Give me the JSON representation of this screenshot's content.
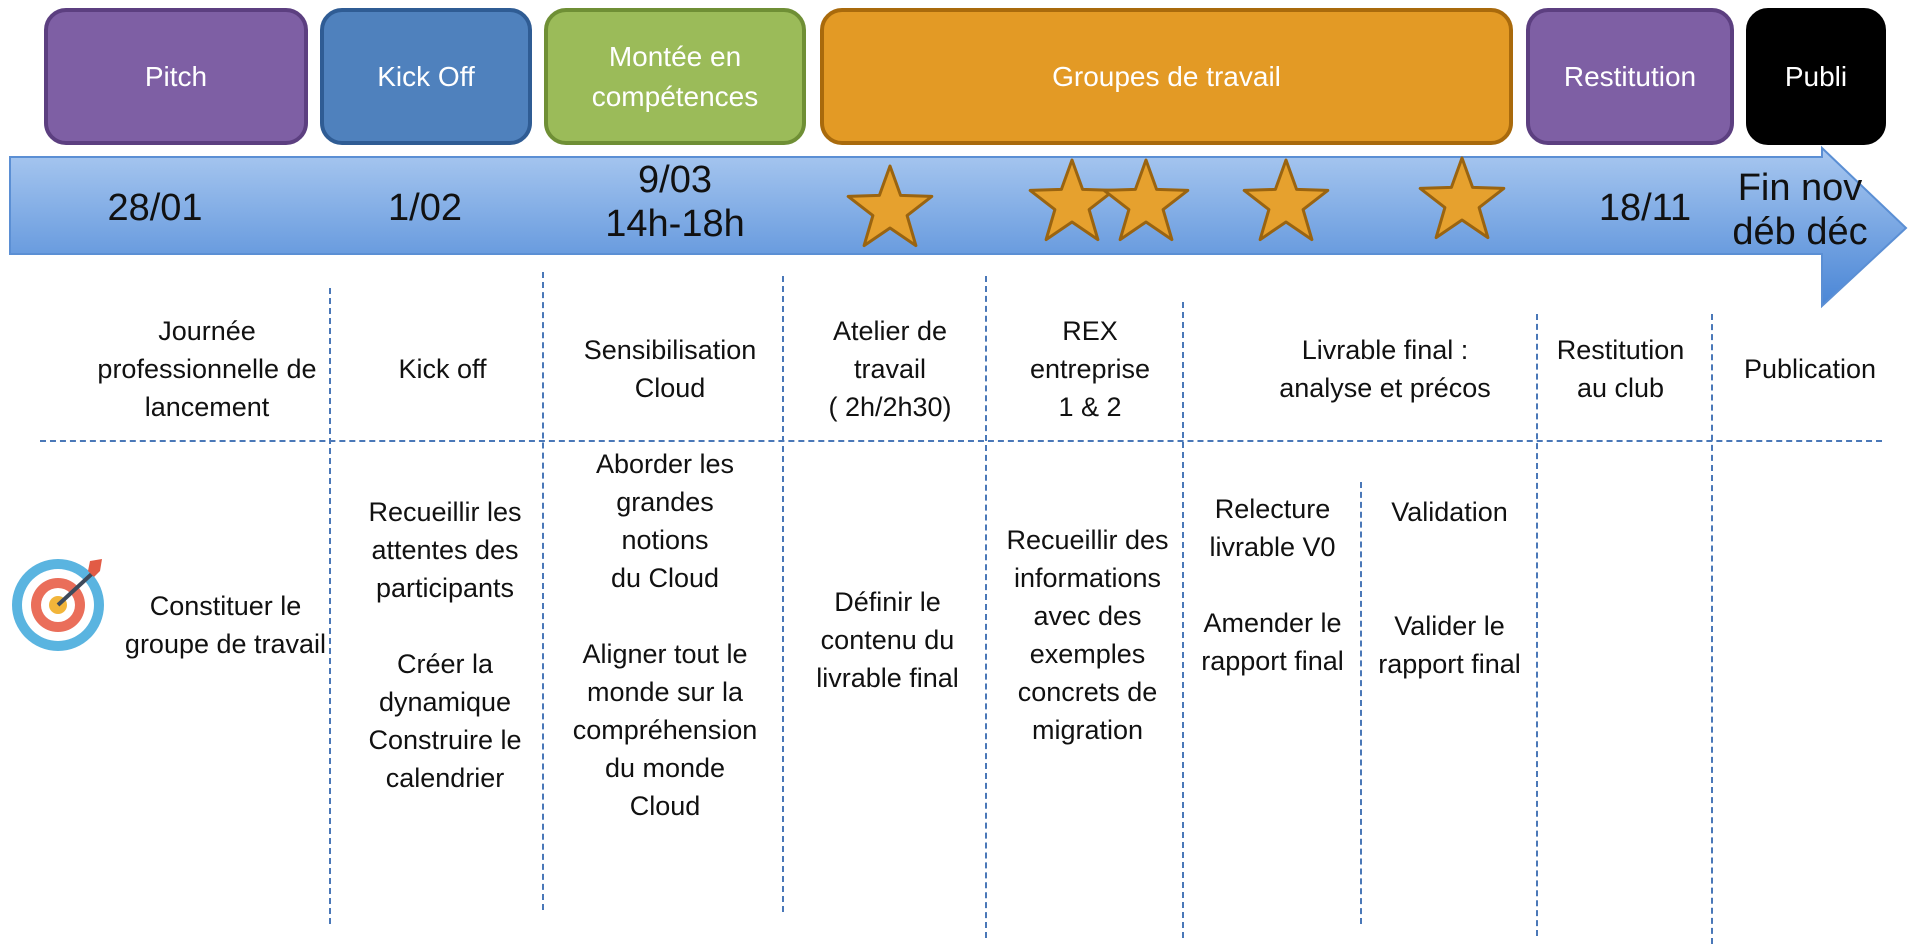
{
  "phases": [
    {
      "label": "Pitch",
      "color": "#7e5fa4",
      "border": "#5c3f80"
    },
    {
      "label": "Kick Off",
      "color": "#4f81bd",
      "border": "#2f5c94"
    },
    {
      "label": "Montée en\ncompétences",
      "color": "#9bbb59",
      "border": "#6f8f35"
    },
    {
      "label": "Groupes de travail",
      "color": "#e39a25",
      "border": "#a96a0c"
    },
    {
      "label": "Restitution",
      "color": "#7e5fa4",
      "border": "#5c3f80"
    },
    {
      "label": "Publi",
      "color": "#000000",
      "border": "#000000"
    }
  ],
  "timeline": {
    "color_top": "#a9c8f0",
    "color_bottom": "#4a86d6",
    "dates": [
      "28/01",
      "1/02",
      "9/03\n14h-18h",
      "18/11",
      "Fin nov\ndéb déc"
    ],
    "star_count": 5,
    "star_color": "#e6a12e",
    "star_border": "#9a6410"
  },
  "events": [
    "Journée\nprofessionnelle de\nlancement",
    "Kick off",
    "Sensibilisation\nCloud",
    "Atelier de\ntravail\n( 2h/2h30)",
    "REX\nentreprise\n1 & 2",
    "Livrable final :\nanalyse et précos",
    "Restitution\nau club",
    "Publication"
  ],
  "objectives": {
    "icon": "target-icon",
    "items": [
      "Constituer le\ngroupe de travail",
      "Recueillir les\nattentes des\nparticipants\n\nCréer la\ndynamique\nConstruire le\ncalendrier",
      "Aborder les\ngrandes\nnotions\ndu Cloud\n\nAligner tout le\nmonde sur la\ncompréhension\ndu monde\nCloud",
      "Définir le\ncontenu du\nlivrable final",
      "Recueillir des\ninformations\navec des\nexemples\nconcrets de\nmigration",
      "Relecture\nlivrable V0\n\nAmender le\nrapport final",
      "Validation\n\n\nValider le\nrapport final"
    ]
  },
  "colors": {
    "grid": "#4a78b8"
  }
}
